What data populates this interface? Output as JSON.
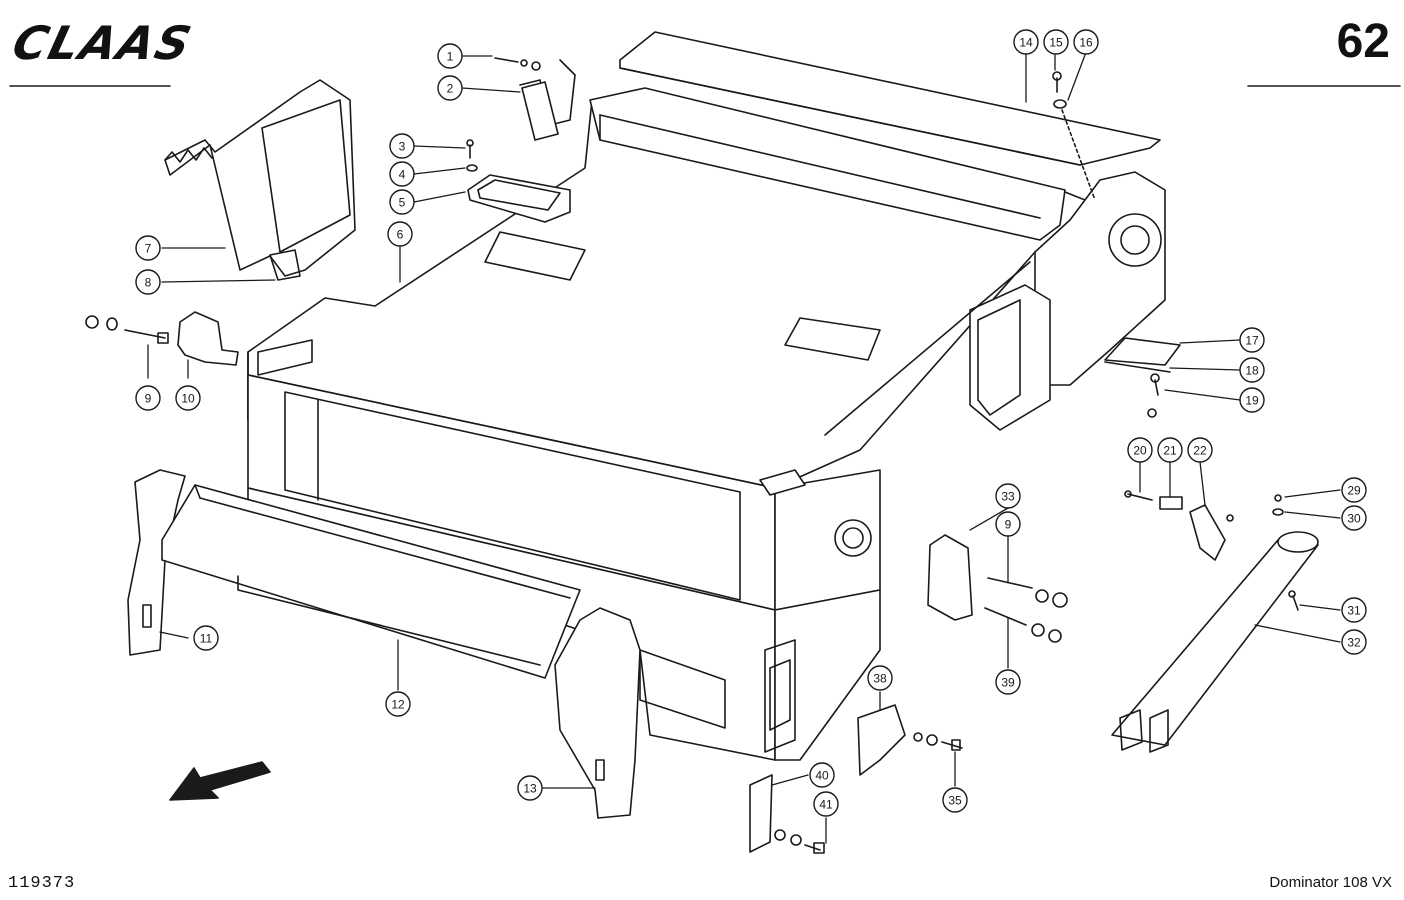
{
  "header": {
    "brand": "CLAAS",
    "page_number": "62"
  },
  "footer": {
    "drawing_number": "119373",
    "model": "Dominator 108 VX"
  },
  "callouts": [
    "1",
    "2",
    "3",
    "4",
    "5",
    "6",
    "7",
    "8",
    "9",
    "10",
    "11",
    "12",
    "13",
    "14",
    "15",
    "16",
    "17",
    "18",
    "19",
    "20",
    "21",
    "22",
    "29",
    "30",
    "31",
    "32",
    "33",
    "9",
    "39",
    "38",
    "35",
    "40",
    "41"
  ]
}
